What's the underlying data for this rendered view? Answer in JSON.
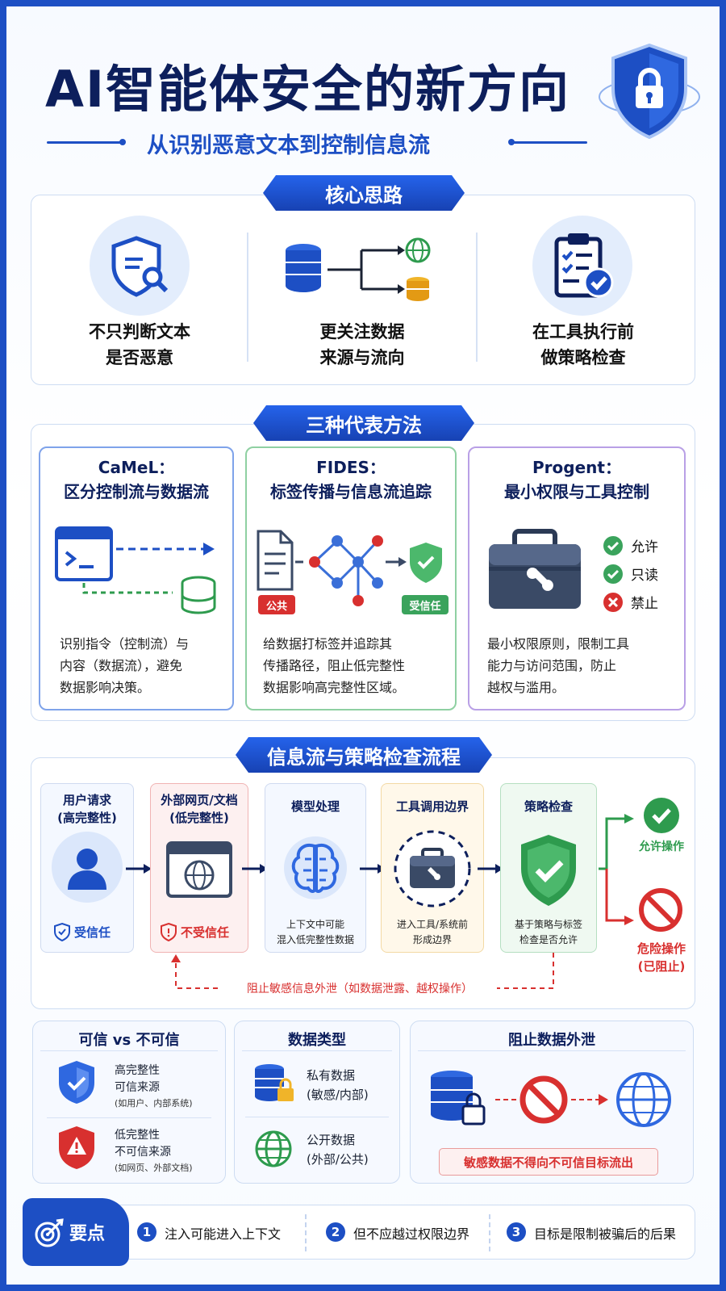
{
  "header": {
    "title": "AI智能体安全的新方向",
    "subtitle": "从识别恶意文本到控制信息流"
  },
  "core": {
    "heading": "核心思路",
    "items": [
      {
        "line1": "不只判断文本",
        "line2": "是否恶意",
        "icon": "shield-search-icon"
      },
      {
        "line1": "更关注数据",
        "line2": "来源与流向",
        "icon": "database-flow-icon"
      },
      {
        "line1": "在工具执行前",
        "line2": "做策略检查",
        "icon": "clipboard-check-icon"
      }
    ]
  },
  "methods": {
    "heading": "三种代表方法",
    "cards": [
      {
        "name": "CaMeL：",
        "subtitle": "区分控制流与数据流",
        "desc": [
          "识别指令（控制流）与",
          "内容（数据流），避免",
          "数据影响决策。"
        ],
        "color": "#3b6fd8"
      },
      {
        "name": "FIDES：",
        "subtitle": "标签传播与信息流追踪",
        "desc": [
          "给数据打标签并追踪其",
          "传播路径，阻止低完整性",
          "数据影响高完整性区域。"
        ],
        "color": "#3aa35c",
        "tag_public": "公共",
        "tag_trusted": "受信任"
      },
      {
        "name": "Progent：",
        "subtitle": "最小权限与工具控制",
        "desc": [
          "最小权限原则，限制工具",
          "能力与访问范围，防止",
          "越权与滥用。"
        ],
        "color": "#8a63d2",
        "perms": [
          "允许",
          "只读",
          "禁止"
        ]
      }
    ]
  },
  "flow": {
    "heading": "信息流与策略检查流程",
    "steps": [
      {
        "title1": "用户请求",
        "title2": "(高完整性)",
        "badge": "受信任"
      },
      {
        "title1": "外部网页/文档",
        "title2": "(低完整性)",
        "badge": "不受信任"
      },
      {
        "title1": "模型处理",
        "desc1": "上下文中可能",
        "desc2": "混入低完整性数据"
      },
      {
        "title1": "工具调用边界",
        "desc1": "进入工具/系统前",
        "desc2": "形成边界"
      },
      {
        "title1": "策略检查",
        "desc1": "基于策略与标签",
        "desc2": "检查是否允许"
      }
    ],
    "allow": "允许操作",
    "danger1": "危险操作",
    "danger2": "(已阻止)",
    "block_note": "阻止敏感信息外泄（如数据泄露、越权操作）"
  },
  "bottom": {
    "trust": {
      "title": "可信 vs 不可信",
      "high1": "高完整性",
      "high2": "可信来源",
      "high3": "(如用户、内部系统)",
      "low1": "低完整性",
      "low2": "不可信来源",
      "low3": "(如网页、外部文档)"
    },
    "types": {
      "title": "数据类型",
      "private1": "私有数据",
      "private2": "(敏感/内部)",
      "public1": "公开数据",
      "public2": "(外部/公共)"
    },
    "leak": {
      "title": "阻止数据外泄",
      "note": "敏感数据不得向不可信目标流出"
    }
  },
  "keypoints": {
    "label": "要点",
    "items": [
      {
        "num": "1",
        "text": "注入可能进入上下文"
      },
      {
        "num": "2",
        "text": "但不应越过权限边界"
      },
      {
        "num": "3",
        "text": "目标是限制被骗后的后果"
      }
    ]
  }
}
